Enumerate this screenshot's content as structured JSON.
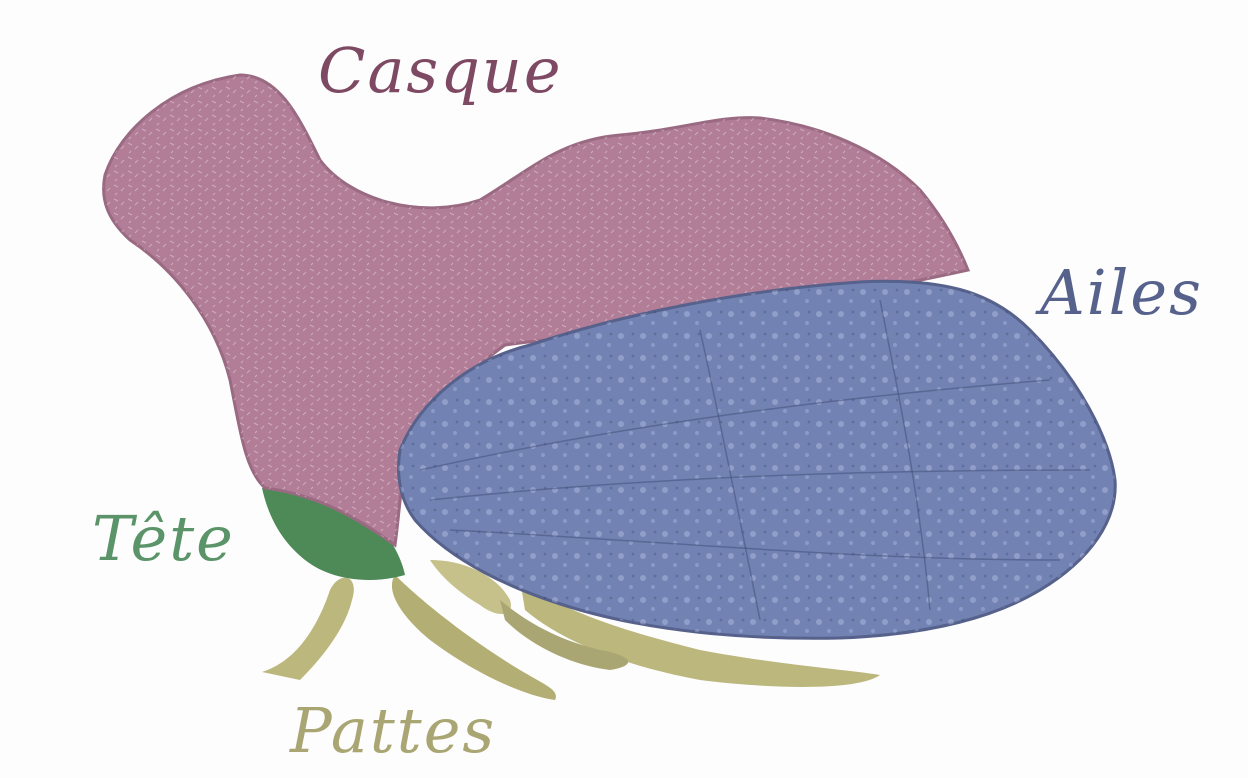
{
  "labels": {
    "casque": "Casque",
    "ailes": "Ailes",
    "tete": "Tête",
    "pattes": "Pattes"
  },
  "colors": {
    "background": "#fdfdfd",
    "casque": "#7e4a63",
    "casque_fill": "#b27e97",
    "ailes": "#56618c",
    "ailes_fill": "#7182b3",
    "tete": "#5a9468",
    "tete_fill": "#4e8a57",
    "pattes": "#a9a673",
    "pattes_fill": "#bcb77c"
  },
  "icons": {
    "subject": "treehopper-insect-icon"
  }
}
